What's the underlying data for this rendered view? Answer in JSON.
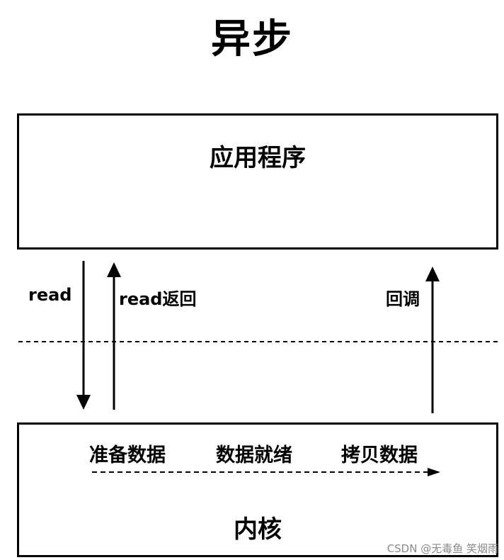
{
  "title": "异步",
  "application": {
    "label": "应用程序"
  },
  "kernel": {
    "label": "内核",
    "steps": [
      "准备数据",
      "数据就绪",
      "拷贝数据"
    ]
  },
  "arrows": {
    "read": "read",
    "read_return": "read返回",
    "callback": "回调"
  },
  "watermark": "CSDN @无毒鱼 笑烟雨"
}
